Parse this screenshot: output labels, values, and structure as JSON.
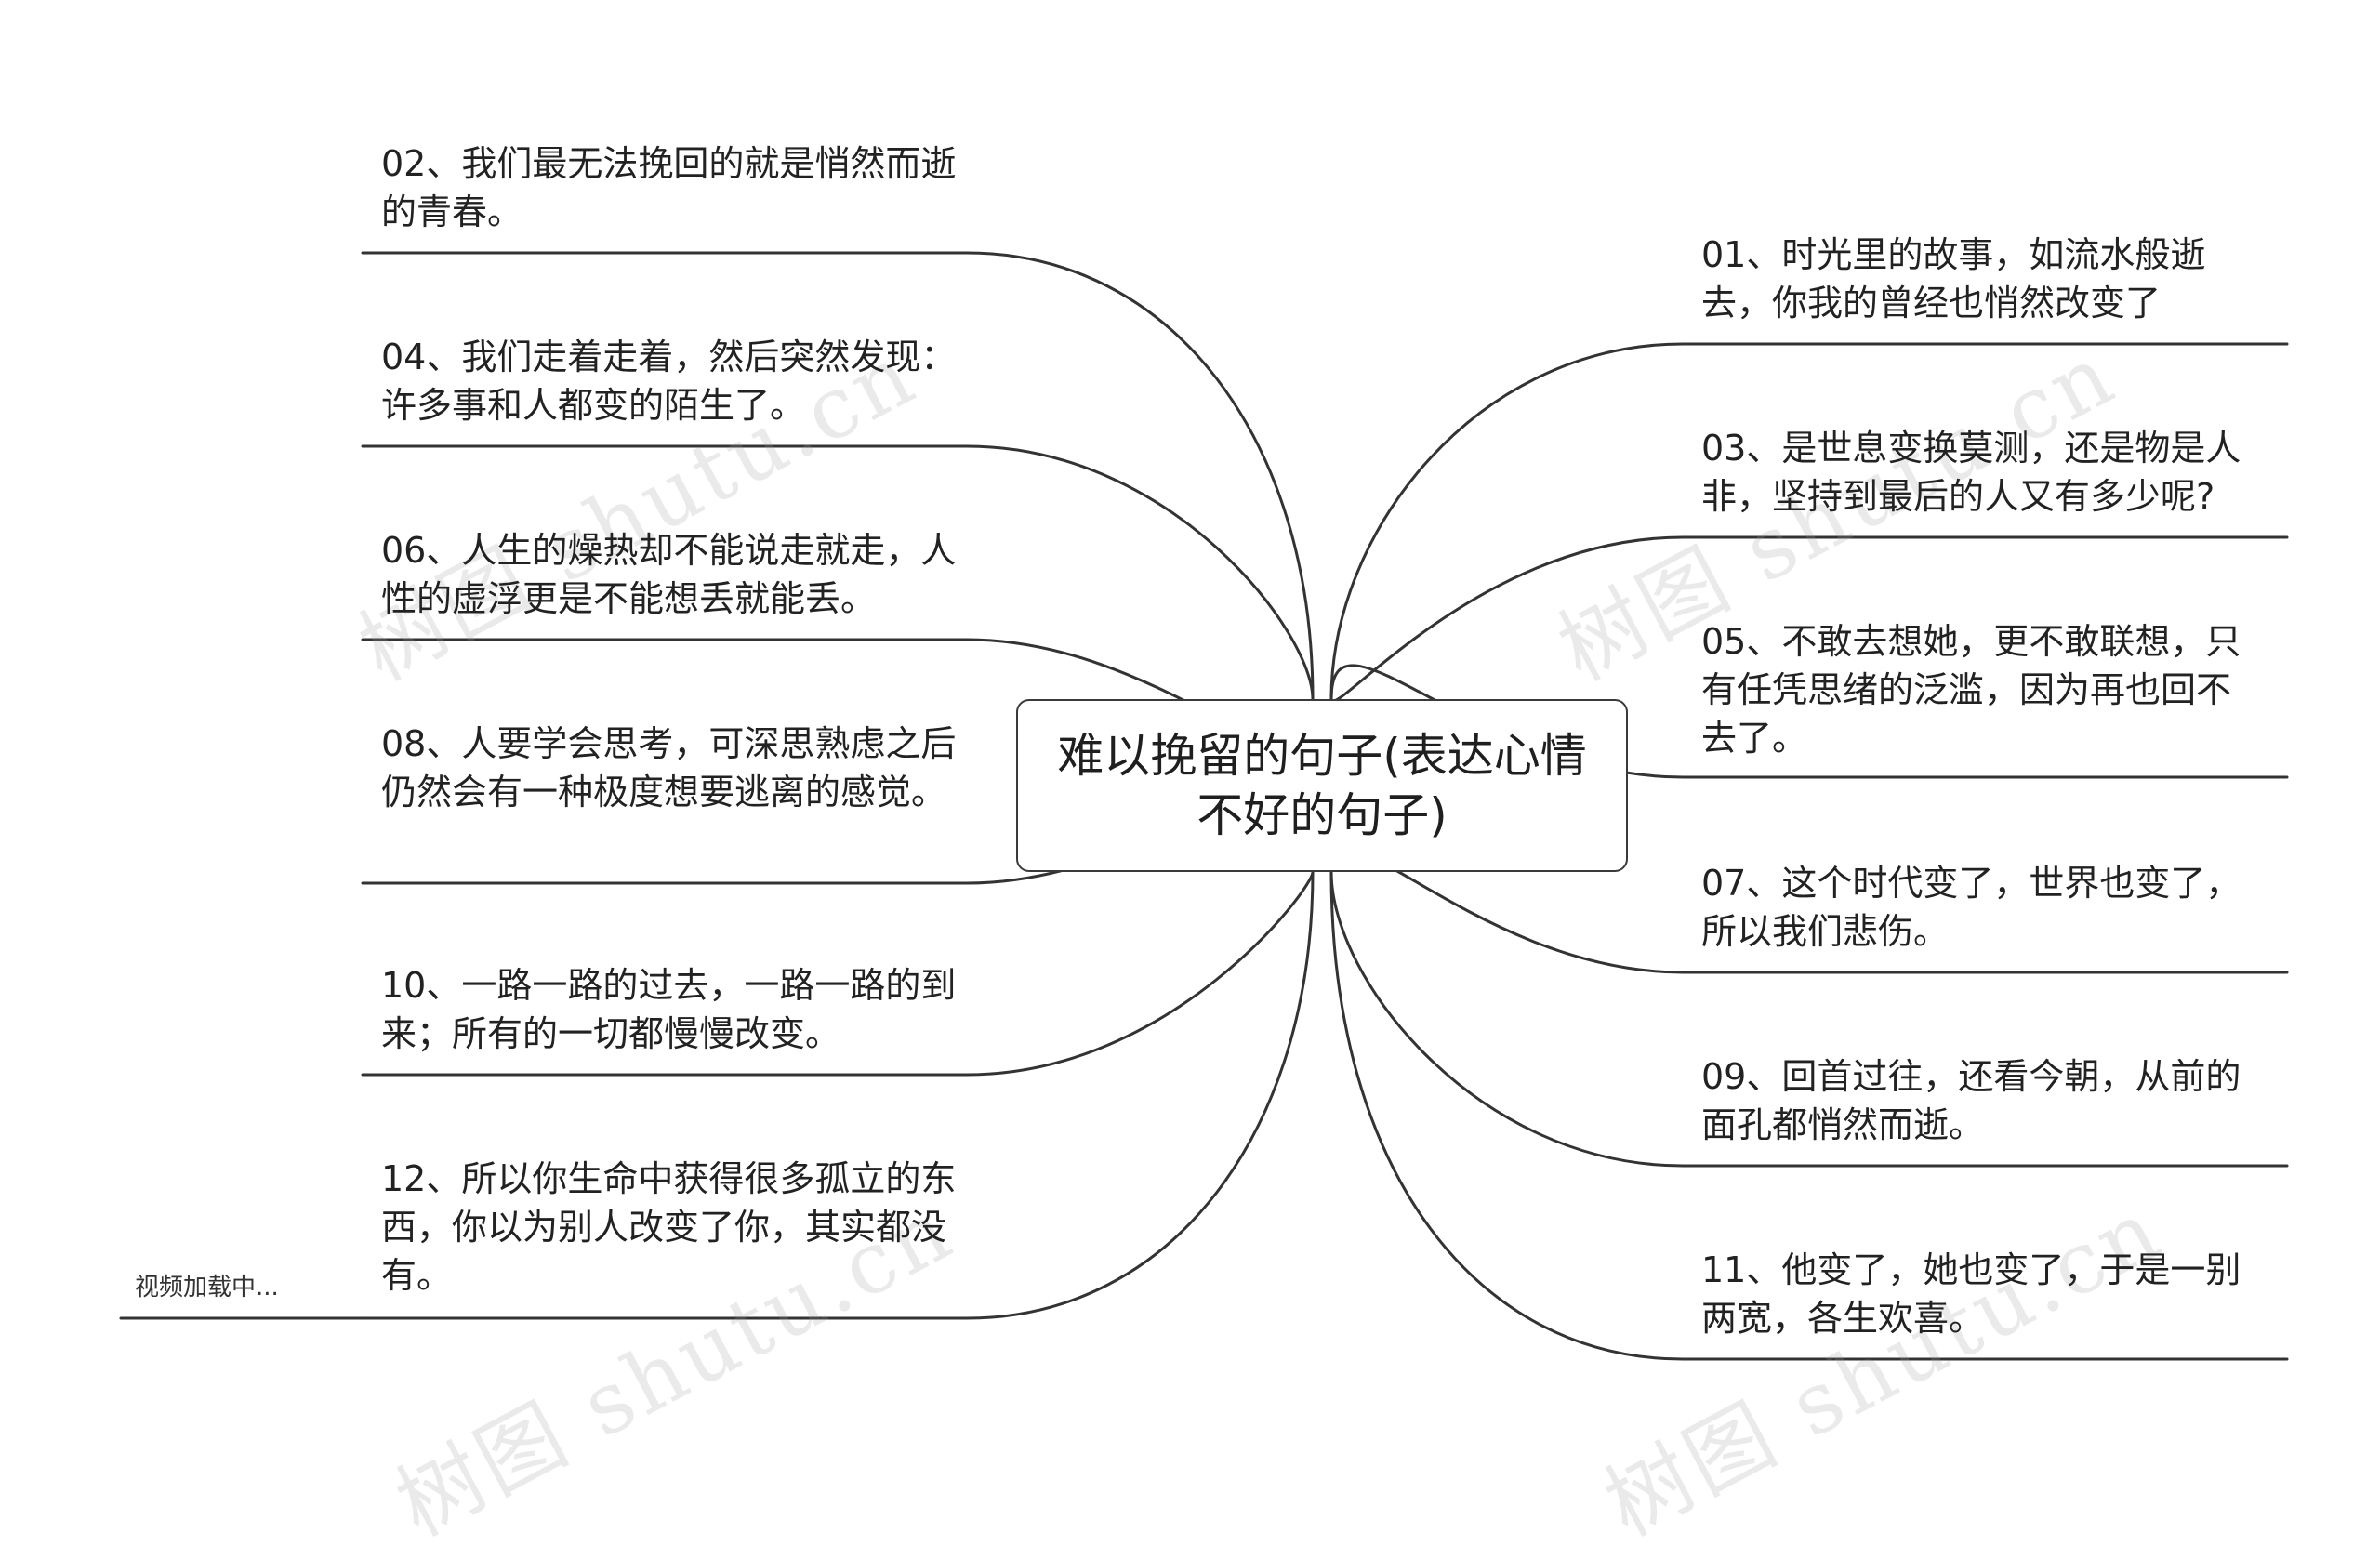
{
  "center": {
    "title": "难以挽留的句子(表达心情不好的句子)"
  },
  "left_nodes": [
    {
      "text": "02、我们最无法挽回的就是悄然而逝的青春。"
    },
    {
      "text": "04、我们走着走着，然后突然发现：许多事和人都变的陌生了。"
    },
    {
      "text": "06、人生的燥热却不能说走就走，人性的虚浮更是不能想丢就能丢。"
    },
    {
      "text": "08、人要学会思考，可深思熟虑之后仍然会有一种极度想要逃离的感觉。"
    },
    {
      "text": "10、一路一路的过去，一路一路的到来；所有的一切都慢慢改变。"
    },
    {
      "text": "12、所以你生命中获得很多孤立的东西，你以为别人改变了你，其实都没有。"
    }
  ],
  "right_nodes": [
    {
      "text": "01、时光里的故事，如流水般逝去，你我的曾经也悄然改变了"
    },
    {
      "text": "03、是世息变换莫测，还是物是人非，坚持到最后的人又有多少呢?"
    },
    {
      "text": "05、不敢去想她，更不敢联想，只有任凭思绪的泛滥，因为再也回不去了。"
    },
    {
      "text": "07、这个时代变了，世界也变了，所以我们悲伤。"
    },
    {
      "text": "09、回首过往，还看今朝，从前的面孔都悄然而逝。"
    },
    {
      "text": "11、他变了，她也变了，于是一别两宽，各生欢喜。"
    }
  ],
  "loading_text": "视频加载中...",
  "watermark": "树图 shutu.cn",
  "colors": {
    "line": "#333333",
    "text": "#222222",
    "watermark": "#a0a0a0"
  }
}
